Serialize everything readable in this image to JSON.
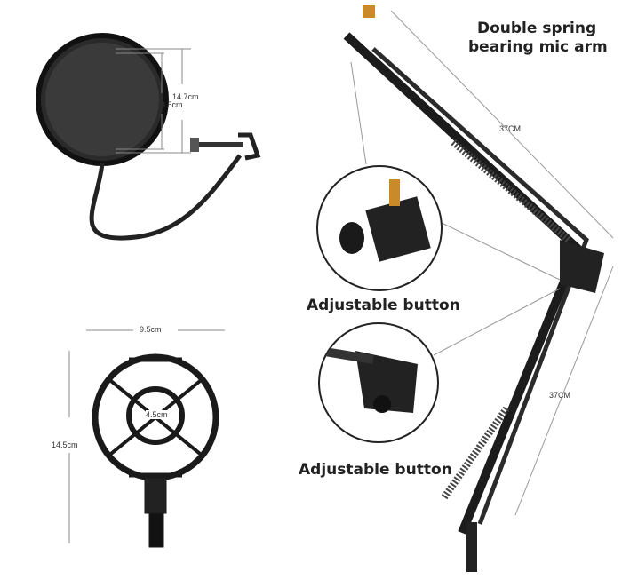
{
  "pop_filter": {
    "outer_diameter": "14.7cm",
    "inner_diameter": "13.5cm"
  },
  "shock_mount": {
    "width": "9.5cm",
    "inner": "4.5cm",
    "height": "14.5cm"
  },
  "mic_arm": {
    "title_line1": "Double spring",
    "title_line2": "bearing mic arm",
    "upper_length": "37CM",
    "lower_length": "37CM",
    "callouts": [
      "Adjustable button",
      "Adjustable button"
    ]
  }
}
